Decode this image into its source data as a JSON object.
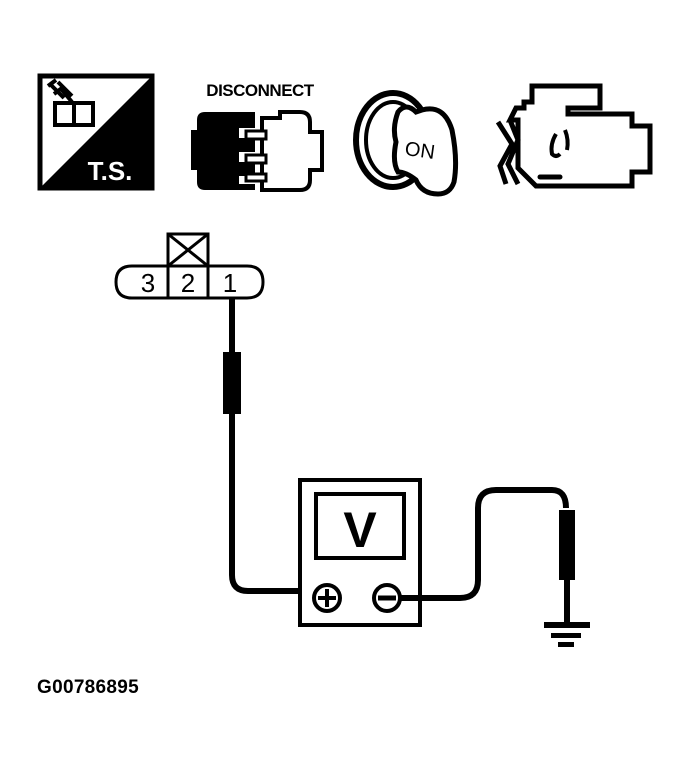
{
  "diagram": {
    "type": "wiring-test-procedure",
    "icons": [
      {
        "name": "ts-icon",
        "label": "T.S."
      },
      {
        "name": "disconnect-icon",
        "label": "DISCONNECT"
      },
      {
        "name": "ignition-key-on-icon",
        "label": "ON"
      },
      {
        "name": "engine-off-icon",
        "label": ""
      }
    ],
    "connector": {
      "terminals": [
        "3",
        "2",
        "1"
      ],
      "blocked_terminal": "2",
      "probed_terminal": "1"
    },
    "meter": {
      "label": "V",
      "positive_symbol": "+",
      "negative_symbol": "−"
    },
    "ground": "ground-symbol",
    "figure_id": "G00786895"
  },
  "colors": {
    "ink": "#000000",
    "paper": "#ffffff"
  }
}
